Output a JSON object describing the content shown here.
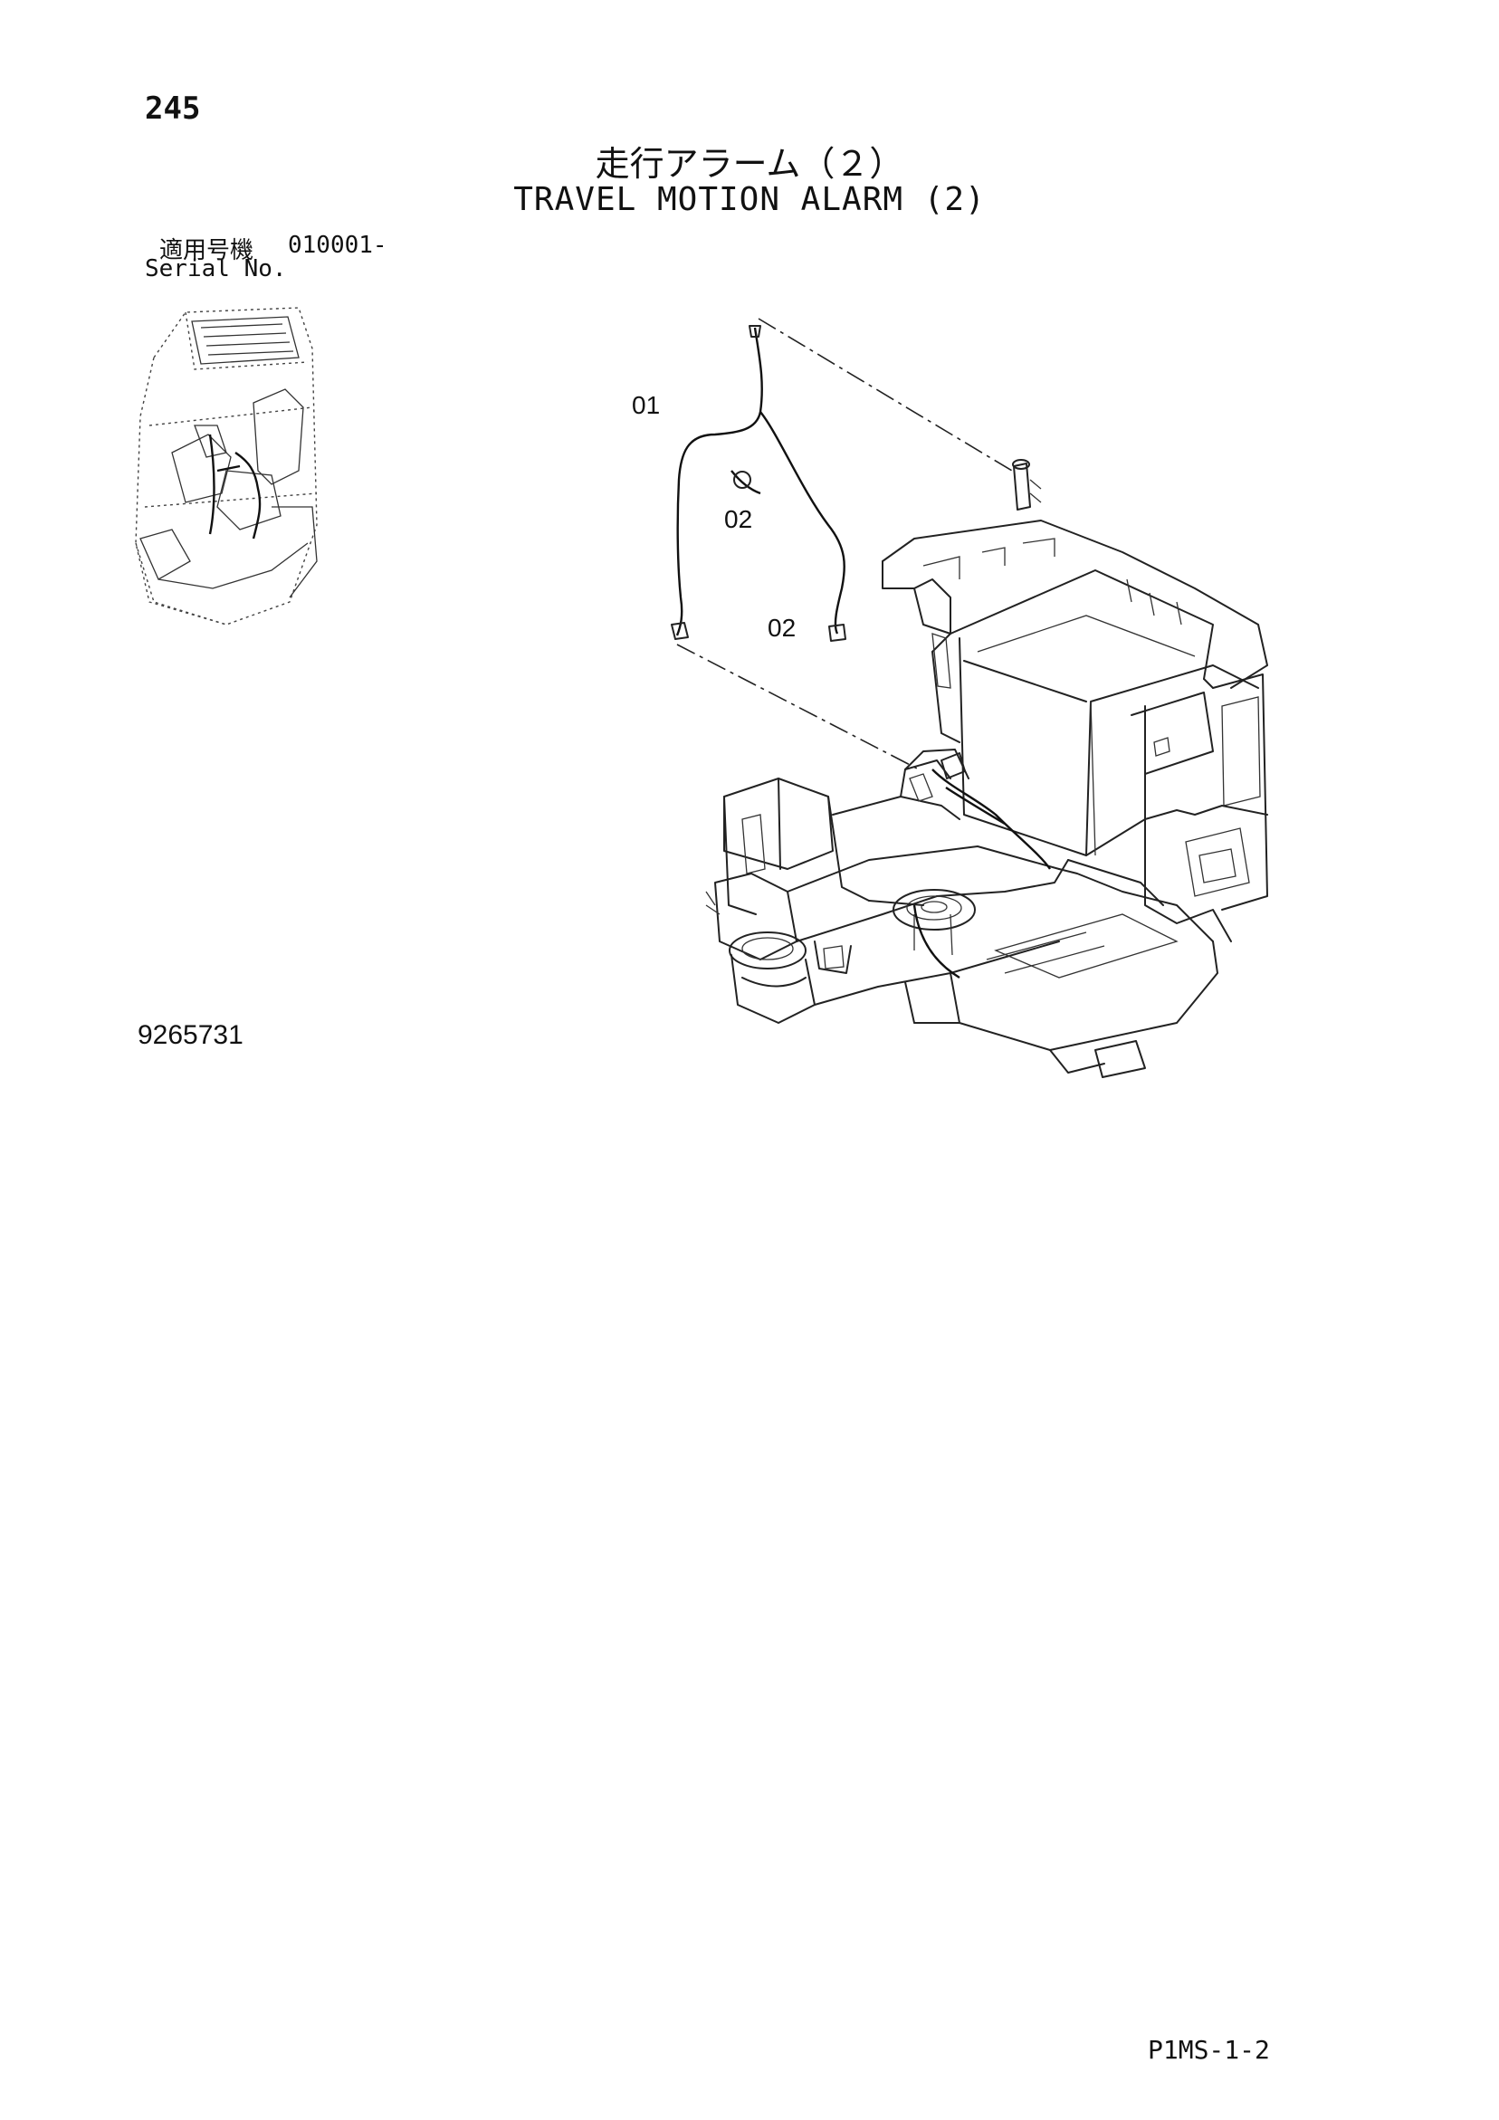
{
  "page": {
    "number": "245",
    "title_ja": "走行アラーム（２）",
    "title_en": "TRAVEL MOTION ALARM (2)",
    "serial_label_ja": "適用号機",
    "serial_value": "010001-",
    "serial_label_en": "Serial No.",
    "drawing_number": "9265731",
    "page_code": "P1MS-1-2"
  },
  "callouts": {
    "c01": "01",
    "c02a": "02",
    "c02b": "02"
  }
}
